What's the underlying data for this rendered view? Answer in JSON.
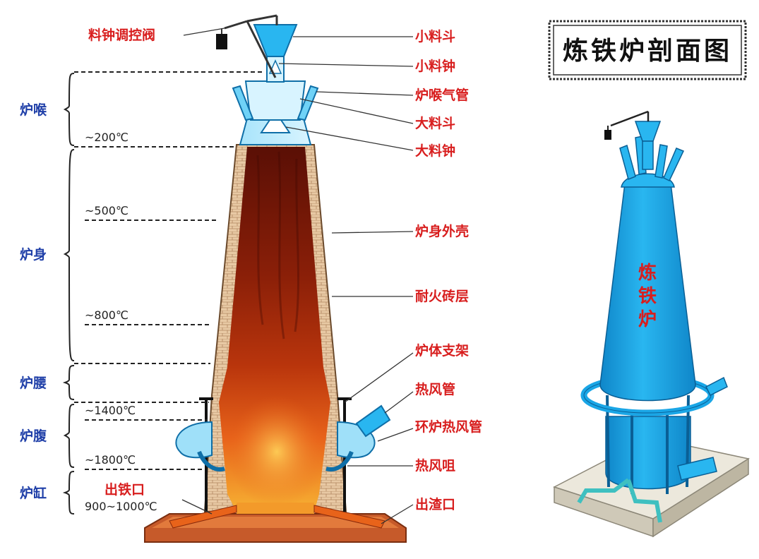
{
  "title": "炼铁炉剖面图",
  "model_label": [
    "炼",
    "铁",
    "炉"
  ],
  "part_labels": {
    "bell_control": "料钟调控阀",
    "small_hopper": "小料斗",
    "small_bell": "小料钟",
    "gas_pipe": "炉喉气管",
    "big_hopper": "大料斗",
    "big_bell": "大料钟",
    "shell": "炉身外壳",
    "brick": "耐火砖层",
    "support": "炉体支架",
    "hot_air_pipe": "热风管",
    "ring_pipe": "环炉热风管",
    "tuyere": "热风咀",
    "slag_hole": "出渣口",
    "iron_hole": "出铁口"
  },
  "zones": {
    "throat": "炉喉",
    "body": "炉身",
    "waist": "炉腰",
    "belly": "炉腹",
    "hearth": "炉缸"
  },
  "temperatures": {
    "t200": "~200℃",
    "t500": "~500℃",
    "t800": "~800℃",
    "t1400": "~1400℃",
    "t1800": "~1800℃",
    "t900_1000": "900~1000℃"
  },
  "colors": {
    "label_red": "#d81e1e",
    "zone_blue": "#1f3fa8",
    "furnace_blue": "#1aa6e6",
    "brick": "#d9b48a",
    "molten": "#e85b14"
  }
}
